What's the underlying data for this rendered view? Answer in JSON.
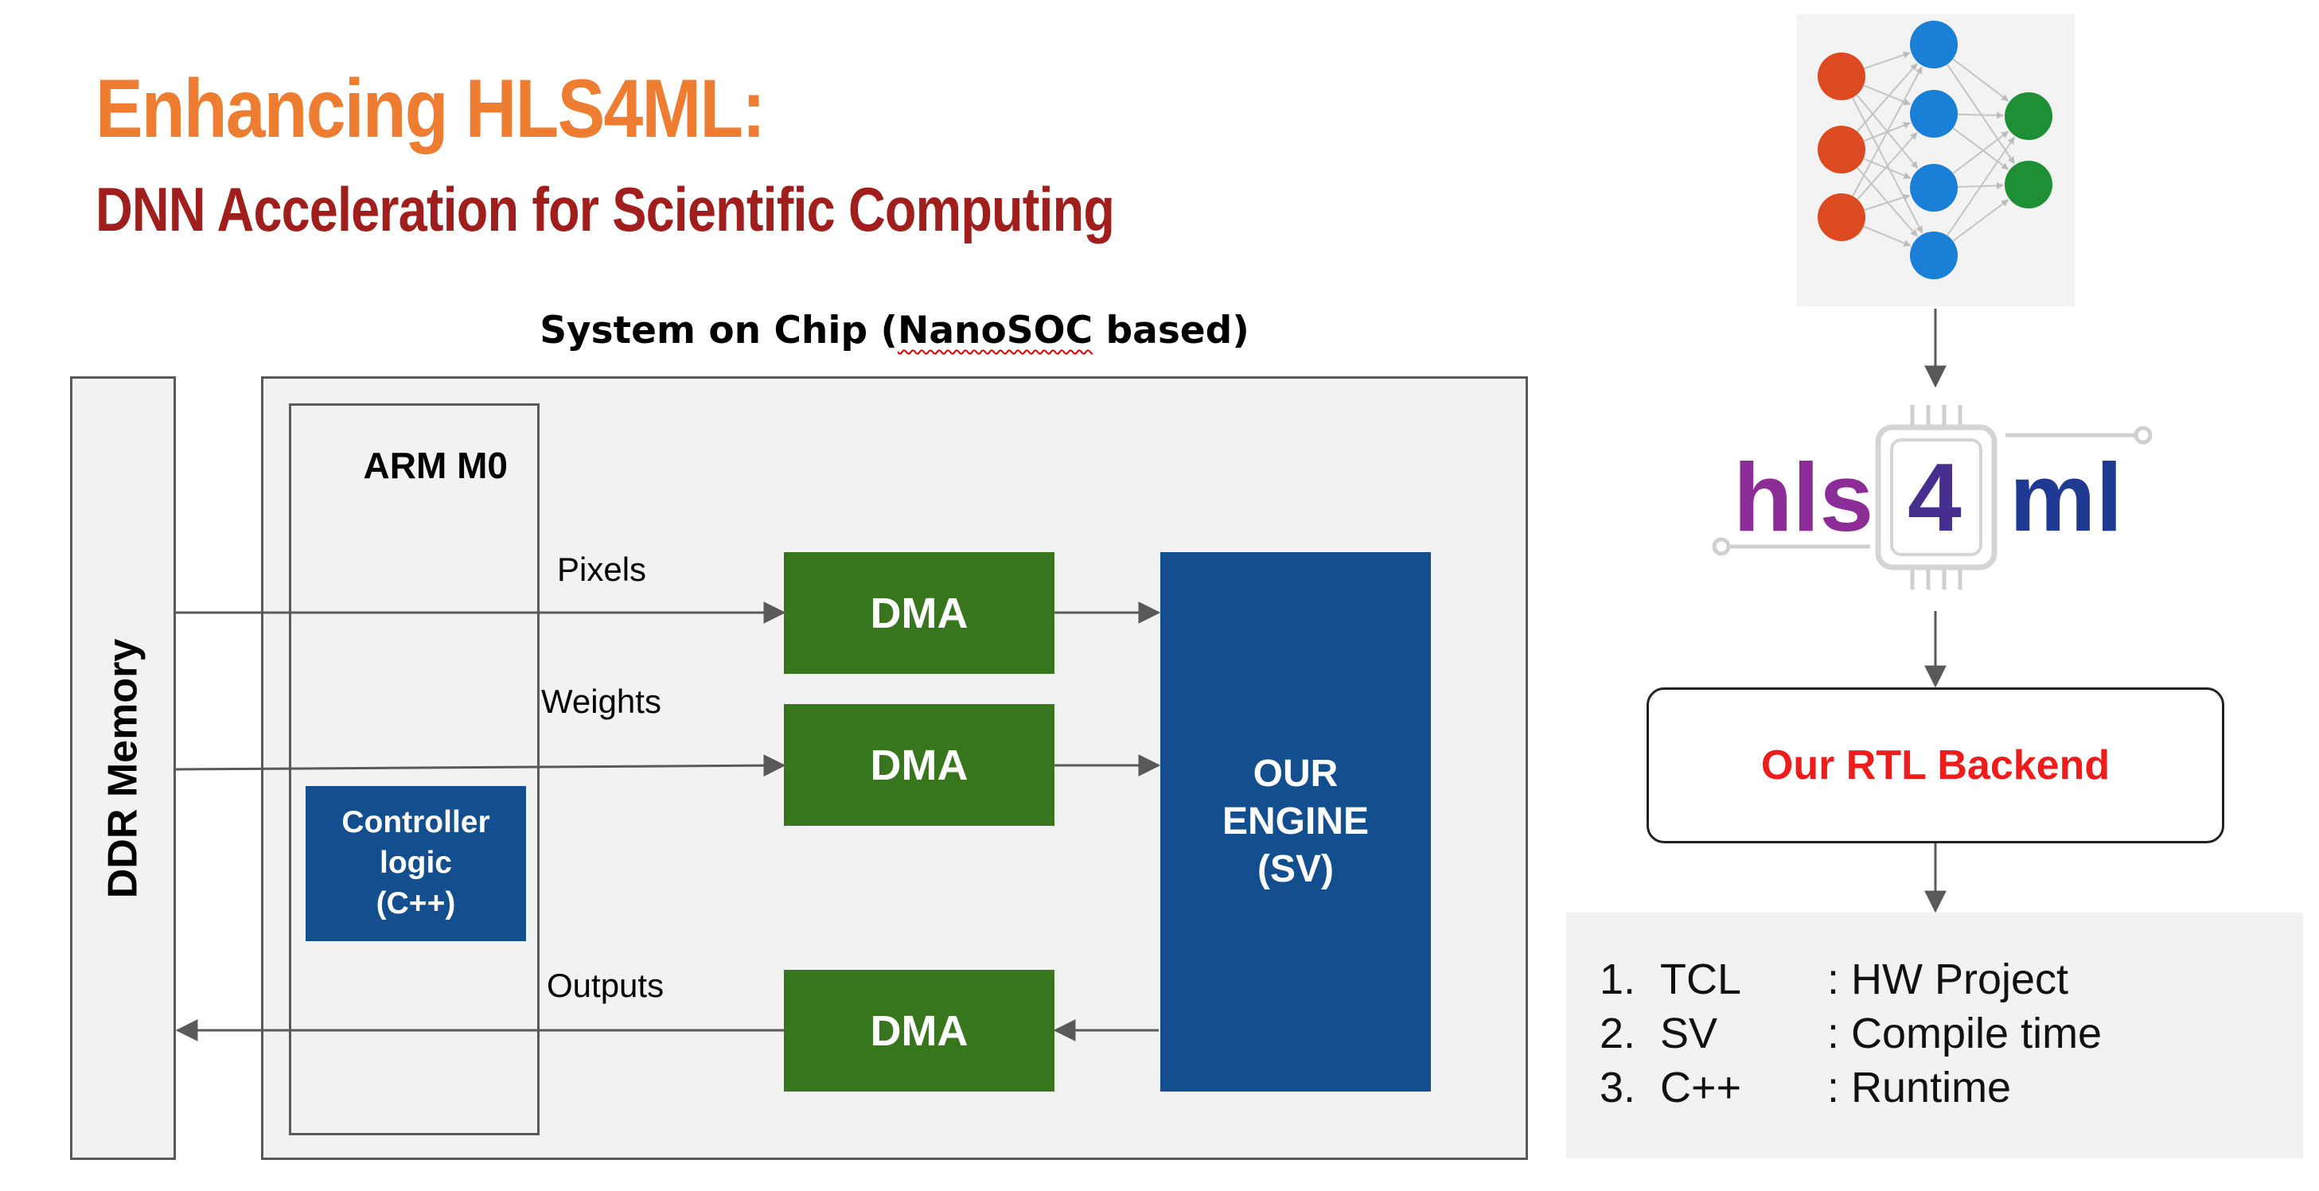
{
  "title": "Enhancing HLS4ML:",
  "subtitle": "DNN Acceleration for Scientific Computing",
  "soc": {
    "label_prefix": "System on Chip (",
    "label_underlined": "NanoSOC",
    "label_suffix": " based)"
  },
  "ddr_memory": "DDR Memory",
  "arm": "ARM M0",
  "controller": {
    "line1": "Controller",
    "line2": "logic",
    "line3": "(C++)"
  },
  "flows": {
    "pixels": "Pixels",
    "weights": "Weights",
    "outputs": "Outputs"
  },
  "dma": [
    "DMA",
    "DMA",
    "DMA"
  ],
  "engine": {
    "line1": "OUR",
    "line2": "ENGINE",
    "line3": "(SV)"
  },
  "logo": {
    "left": "hls",
    "center": "4",
    "right": "ml"
  },
  "backend": "Our RTL Backend",
  "outputs_list": [
    {
      "num": "1.",
      "name": "TCL",
      "desc": ": HW Project"
    },
    {
      "num": "2.",
      "name": "SV",
      "desc": ": Compile time"
    },
    {
      "num": "3.",
      "name": "C++",
      "desc": ": Runtime"
    }
  ],
  "colors": {
    "title": "#ee7d31",
    "subtitle": "#a01f1c",
    "dma": "#38761d",
    "engine": "#134f8e",
    "backend_text": "#ef1c1c",
    "hls": "#8b2c97",
    "four": "#462f8f",
    "ml": "#1f3a93",
    "nn_input": "#dd4a22",
    "nn_hidden": "#1a7fd6",
    "nn_output": "#1f8f35"
  }
}
